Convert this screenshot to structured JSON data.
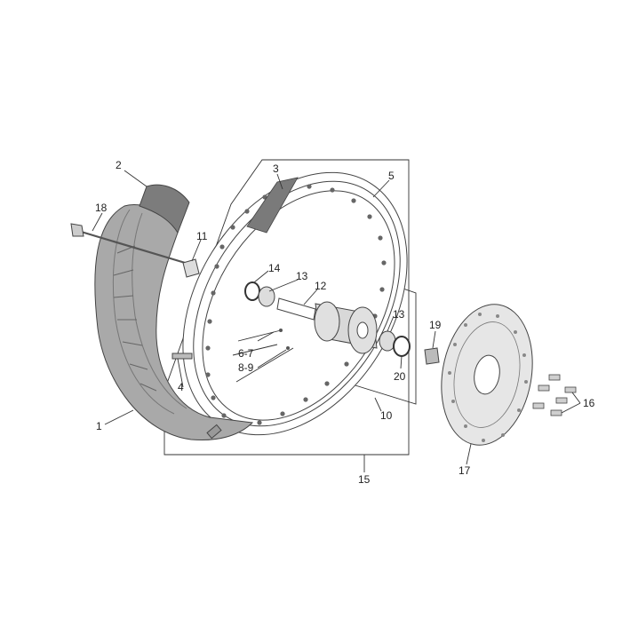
{
  "diagram": {
    "callouts": [
      {
        "id": "c1",
        "label": "1"
      },
      {
        "id": "c2",
        "label": "2"
      },
      {
        "id": "c3",
        "label": "3"
      },
      {
        "id": "c4",
        "label": "4"
      },
      {
        "id": "c5",
        "label": "5"
      },
      {
        "id": "c67",
        "label": "6-7"
      },
      {
        "id": "c89",
        "label": "8-9"
      },
      {
        "id": "c10",
        "label": "10"
      },
      {
        "id": "c11",
        "label": "11"
      },
      {
        "id": "c12",
        "label": "12"
      },
      {
        "id": "c13a",
        "label": "13"
      },
      {
        "id": "c13b",
        "label": "13"
      },
      {
        "id": "c14",
        "label": "14"
      },
      {
        "id": "c15",
        "label": "15"
      },
      {
        "id": "c16",
        "label": "16"
      },
      {
        "id": "c17",
        "label": "17"
      },
      {
        "id": "c18",
        "label": "18"
      },
      {
        "id": "c19",
        "label": "19"
      },
      {
        "id": "c20",
        "label": "20"
      }
    ],
    "colors": {
      "line": "#333333",
      "tire_fill": "#a9a9a9",
      "rim_fill": "#ffffff",
      "disc_fill": "#e6e6e6",
      "rim_strip": "#7a7a7a"
    }
  }
}
